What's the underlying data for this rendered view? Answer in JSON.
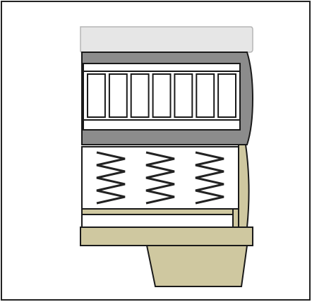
{
  "diagram": {
    "kind": "cross-section",
    "slats_count": 7,
    "springs_count": 3,
    "spring_zigzags": 4
  },
  "colors": {
    "frame_stroke": "#222222",
    "outline": "#1a1a1a",
    "top_cushion_fill": "#e6e6e6",
    "top_cushion_stroke": "#b5b5b5",
    "housing_fill": "#8c8c8c",
    "slat_panel_fill": "#ffffff",
    "wood_fill": "#cfc8a0",
    "spring_panel_fill": "#ffffff",
    "spring_stroke": "#222222",
    "background": "#ffffff"
  }
}
